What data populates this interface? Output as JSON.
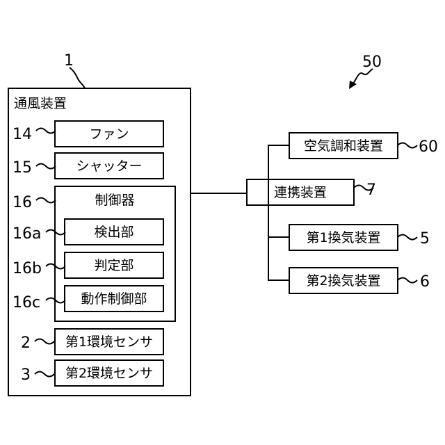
{
  "refs": {
    "device": "1",
    "system": "50",
    "fan": "14",
    "shutter": "15",
    "controller": "16",
    "detector": "16a",
    "judge": "16b",
    "motion_ctrl": "16c",
    "sensor1": "2",
    "sensor2": "3",
    "aircon": "60",
    "link": "7",
    "vent1": "5",
    "vent2": "6"
  },
  "labels": {
    "device": "通風装置",
    "fan": "ファン",
    "shutter": "シャッター",
    "controller": "制御器",
    "detector": "検出部",
    "judge": "判定部",
    "motion_ctrl": "動作制御部",
    "sensor1": "第1環境センサ",
    "sensor2": "第2環境センサ",
    "aircon": "空気調和装置",
    "link": "連携装置",
    "vent1": "第1換気装置",
    "vent2": "第2換気装置"
  }
}
